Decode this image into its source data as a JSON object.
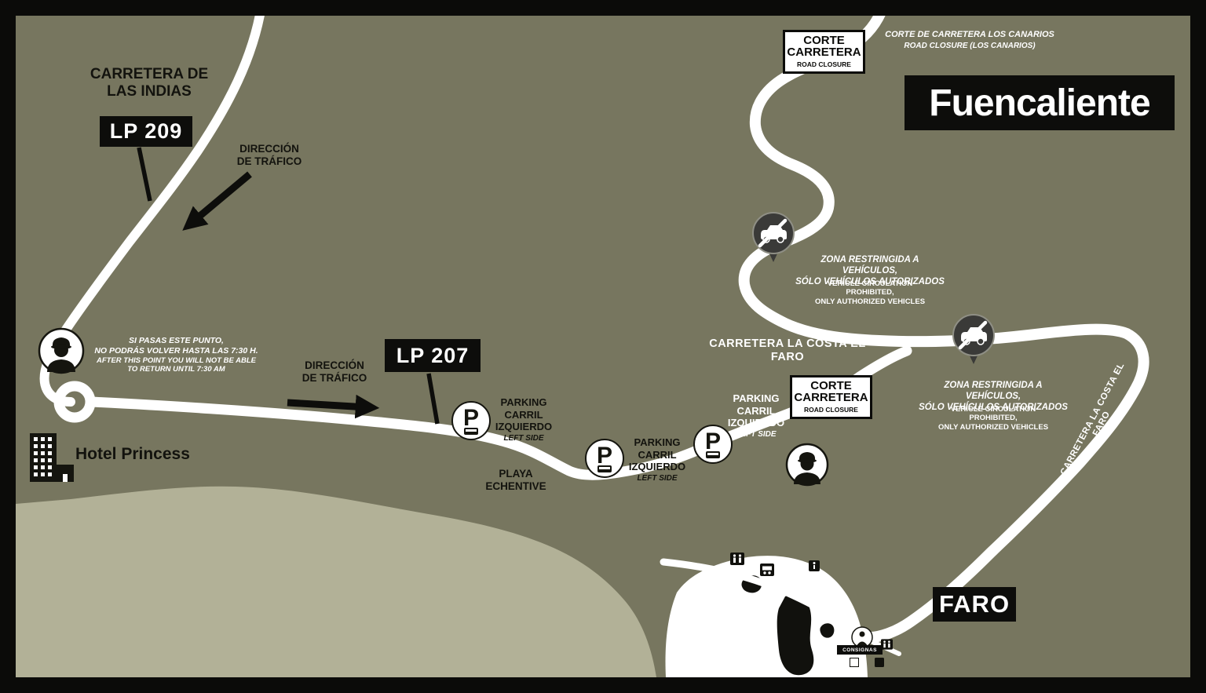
{
  "title": "Fuencaliente",
  "colors": {
    "background": "#77765f",
    "light_area": "#b2b197",
    "road": "#ffffff",
    "frame": "#0b0b09",
    "ink": "#15150f",
    "badge_bg": "#0d0d0b",
    "restricted_icon_bg": "#3a3a38"
  },
  "roads": {
    "lp209": "LP 209",
    "lp207": "LP 207",
    "carretera_indias": "CARRETERA DE\nLAS INDIAS",
    "costa_el_faro": "CARRETERA LA COSTA EL FARO"
  },
  "closure": {
    "box_title": "CORTE\nCARRETERA",
    "box_subtitle": "ROAD CLOSURE",
    "note_es": "CORTE DE CARRETERA LOS CANARIOS",
    "note_en": "ROAD CLOSURE (LOS CANARIOS)"
  },
  "traffic_direction": "DIRECCIÓN\nDE TRÁFICO",
  "checkpoint": {
    "es": "SI PASAS ESTE PUNTO,\nNO PODRÁS VOLVER HASTA LAS 7:30 H.",
    "en": "AFTER THIS POINT YOU WILL NOT BE ABLE\nTO RETURN UNTIL 7:30 AM"
  },
  "restricted_zone": {
    "es": "ZONA RESTRINGIDA A VEHÍCULOS,\nSÓLO VEHÍCULOS AUTORIZADOS",
    "en": "VEHICLE CIRCULATION\nPROHIBITED,\nONLY AUTHORIZED VEHICLES"
  },
  "parking": {
    "title": "PARKING\nCARRIL\nIZQUIERDO",
    "subtitle": "LEFT SIDE",
    "glyph": "P"
  },
  "places": {
    "hotel": "Hotel Princess",
    "playa": "PLAYA\nECHENTIVE",
    "faro": "FARO",
    "consignas": "CONSIGNAS"
  }
}
